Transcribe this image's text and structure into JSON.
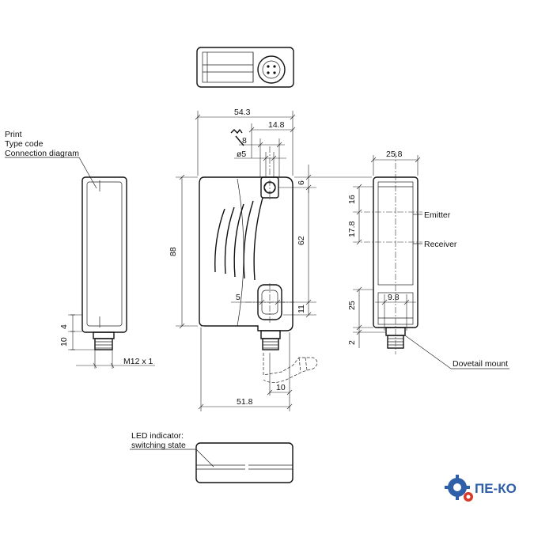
{
  "labels": {
    "print": "Print",
    "type_code": "Type code",
    "connection_diagram": "Connection diagram",
    "emitter": "Emitter",
    "receiver": "Receiver",
    "dovetail_mount": "Dovetail mount",
    "led_indicator": "LED indicator:",
    "switching_state": "switching state",
    "thread": "M12 x 1"
  },
  "dimensions": {
    "width_total": "54.3",
    "offset_148": "14.8",
    "wrench": "8",
    "hole_dia": "ø5",
    "height": "88",
    "top_6": "6",
    "spacing_62": "62",
    "slot_5": "5",
    "slot_11": "11",
    "cable_10": "10",
    "bottom_518": "51.8",
    "side_258": "25.8",
    "side_16": "16",
    "side_178": "17.8",
    "side_25": "25",
    "side_98": "9.8",
    "side_2": "2",
    "left_10": "10",
    "left_4": "4"
  },
  "logo": {
    "text": "ПЕ-КО"
  }
}
